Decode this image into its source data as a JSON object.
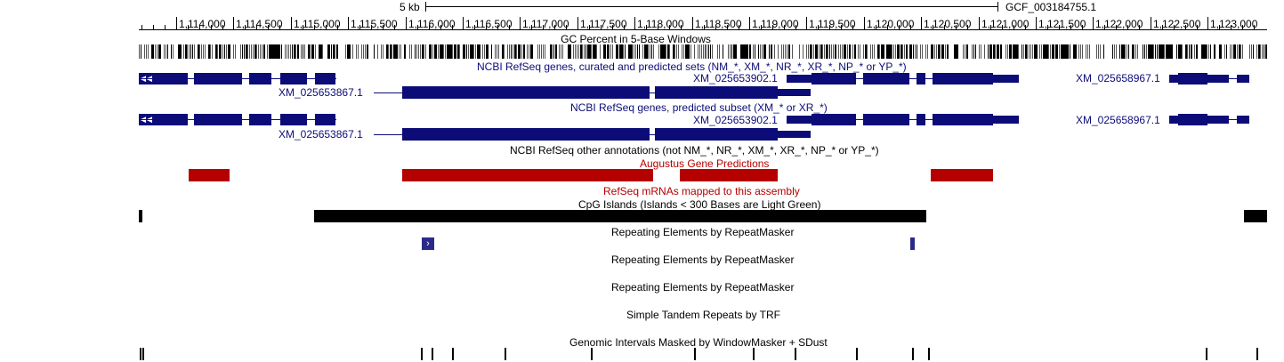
{
  "header": {
    "scale_label": "5 kb",
    "assembly": "GCF_003184755.1"
  },
  "ruler": {
    "ticks": [
      "1,114,000",
      "1,114,500",
      "1,115,000",
      "1,115,500",
      "1,116,000",
      "1,116,500",
      "1,117,000",
      "1,117,500",
      "1,118,000",
      "1,118,500",
      "1,119,000",
      "1,119,500",
      "1,120,000",
      "1,120,500",
      "1,121,000",
      "1,121,500",
      "1,122,000",
      "1,122,500",
      "1,123,000"
    ]
  },
  "tracks": {
    "gc": {
      "title": "GC Percent in 5-Base Windows"
    },
    "refseq_all": {
      "title": "NCBI RefSeq genes, curated and predicted sets (NM_*, XM_*, NR_*, XR_*, NP_* or YP_*)",
      "gene1": "XM_025653867.1",
      "gene2": "XM_025653902.1",
      "gene3": "XM_025658967.1"
    },
    "refseq_pred": {
      "title": "NCBI RefSeq genes, predicted subset (XM_* or XR_*)",
      "gene1": "XM_025653867.1",
      "gene2": "XM_025653902.1",
      "gene3": "XM_025658967.1"
    },
    "refseq_other": {
      "title": "NCBI RefSeq other annotations (not NM_*, NR_*, XM_*, XR_*, NP_* or YP_*)"
    },
    "augustus": {
      "title": "Augustus Gene Predictions",
      "color": "#b50000"
    },
    "mrna": {
      "title": "RefSeq mRNAs mapped to this assembly",
      "color": "#b50000"
    },
    "cpg": {
      "title": "CpG Islands (Islands < 300 Bases are Light Green)"
    },
    "rmsk1": {
      "title": "Repeating Elements by RepeatMasker",
      "glyph": "›"
    },
    "rmsk2": {
      "title": "Repeating Elements by RepeatMasker"
    },
    "rmsk3": {
      "title": "Repeating Elements by RepeatMasker"
    },
    "trf": {
      "title": "Simple Tandem Repeats by TRF"
    },
    "windowmasker": {
      "title": "Genomic Intervals Masked by WindowMasker + SDust"
    }
  },
  "colors": {
    "gene": "#0c0c78",
    "augustus": "#b50000",
    "cpg": "#000000"
  },
  "icons": {
    "gene_start": "double-left-arrow-icon"
  }
}
